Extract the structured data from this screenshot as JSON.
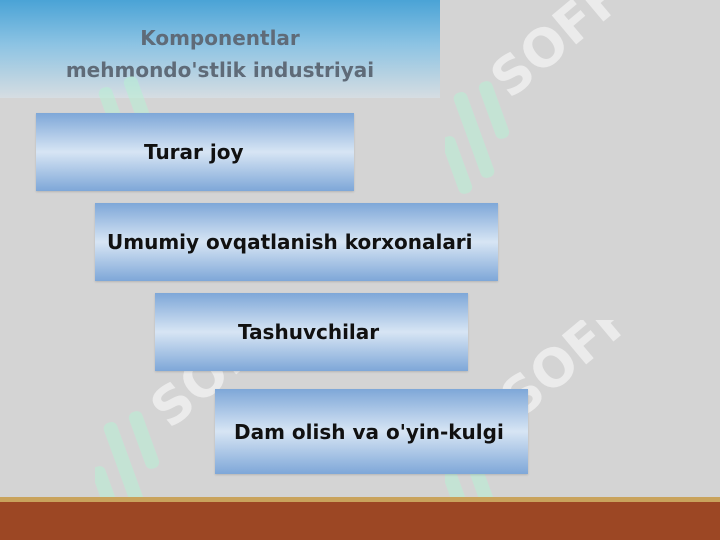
{
  "header": {
    "title_line1": "Komponentlar",
    "title_line2": "mehmondo'stlik industriyai"
  },
  "items": [
    {
      "label": "Turar joy"
    },
    {
      "label": "Umumiy ovqatlanish korxonalari"
    },
    {
      "label": "Tashuvchilar"
    },
    {
      "label": "Dam olish va o'yin-kulgi"
    }
  ],
  "watermark": {
    "text": "SOFF",
    "color": "#b8f0d4"
  },
  "colors": {
    "background": "#d4d4d4",
    "header_gradient_top": "#4aa3d6",
    "bar_gradient_edge": "#7ea7d8",
    "footer": "#9c4724",
    "footer_line": "#c9a35c"
  }
}
